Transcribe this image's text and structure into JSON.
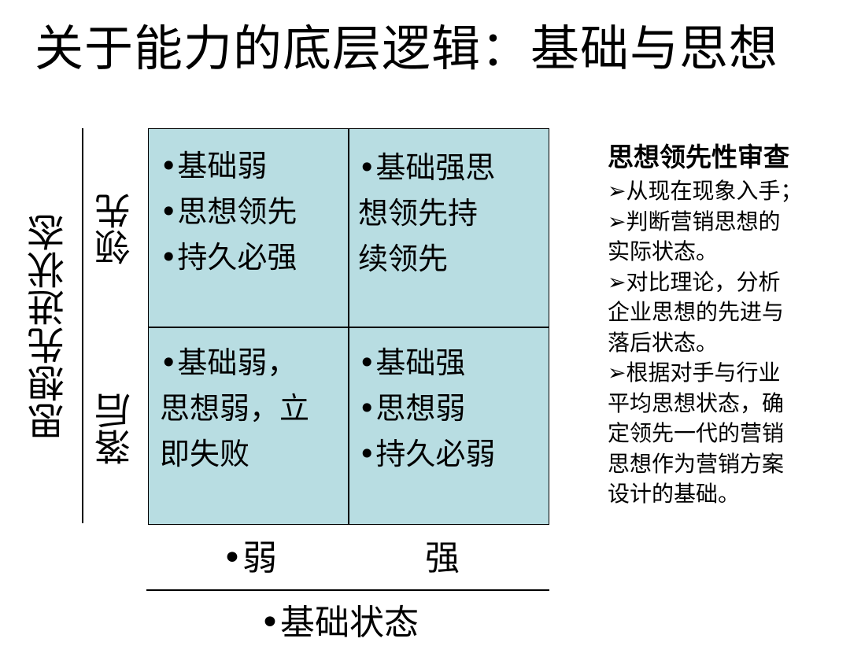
{
  "title": "关于能力的底层逻辑：基础与思想",
  "y_axis": {
    "title": "思想先进状态",
    "rows": [
      "领先",
      "落后"
    ]
  },
  "x_axis": {
    "title": "•基础状态",
    "columns": [
      "•弱",
      "强"
    ]
  },
  "matrix": {
    "top_left": [
      "•基础弱",
      "•思想领先",
      "•持久必强"
    ],
    "top_right": [
      "•基础强思",
      "想领先持",
      "续领先"
    ],
    "bottom_left": [
      "•基础弱，",
      "思想弱，立",
      "即失败"
    ],
    "bottom_right": [
      "•基础强",
      "•思想弱",
      "•持久必弱"
    ]
  },
  "side_panel": {
    "title": "思想领先性审查",
    "lines": [
      "➢从现在现象入手；",
      "➢判断营销思想的",
      "实际状态。",
      "➢对比理论，分析",
      "企业思想的先进与",
      "落后状态。",
      "➢根据对手与行业",
      "平均思想状态，确",
      "定领先一代的营销",
      "思想作为营销方案",
      "设计的基础。"
    ]
  },
  "colors": {
    "matrix_fill": "#b8dde2",
    "lines": "#000000",
    "text": "#000000",
    "background": "#ffffff"
  }
}
